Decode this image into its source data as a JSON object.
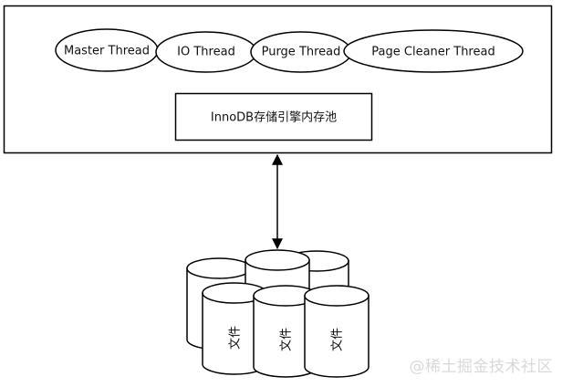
{
  "threads": [
    {
      "label": "Master Thread"
    },
    {
      "label": "IO Thread"
    },
    {
      "label": "Purge Thread"
    },
    {
      "label": "Page Cleaner Thread"
    }
  ],
  "buffer_pool": {
    "label": "InnoDB存储引擎内存池"
  },
  "files": [
    {
      "label": "文件"
    },
    {
      "label": "文件"
    },
    {
      "label": "文件"
    }
  ],
  "watermark": {
    "text": "@稀土掘金技术社区"
  }
}
